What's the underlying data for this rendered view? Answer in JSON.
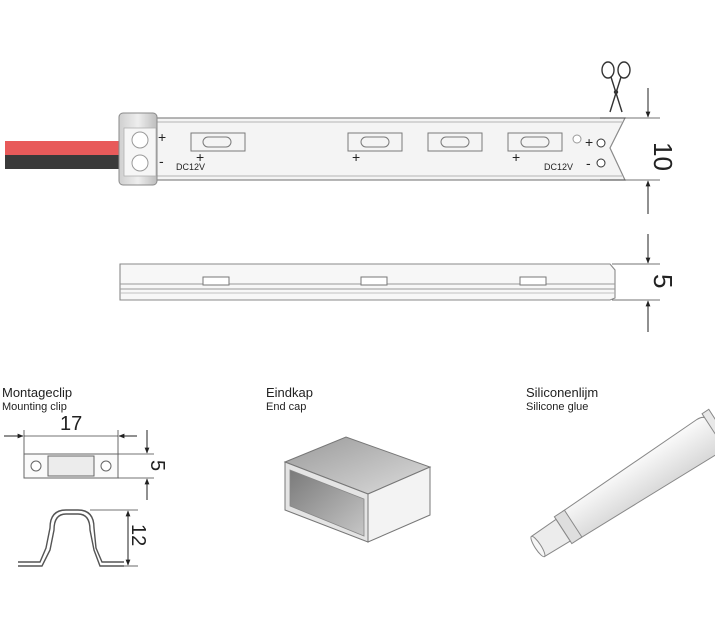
{
  "strip": {
    "voltage_left": "DC12V",
    "voltage_right": "DC12V",
    "plus": "+",
    "minus": "-",
    "colors": {
      "wire_red": "#e85a5a",
      "wire_black": "#3a3a3a",
      "strip_body": "#f4f4f4",
      "outline": "#888888"
    }
  },
  "dims": {
    "strip_height": "10",
    "side_height": "5",
    "clip_width": "17",
    "clip_side": "5",
    "clip_height": "12"
  },
  "items": {
    "clip": {
      "label_nl": "Montageclip",
      "label_en": "Mounting clip"
    },
    "endcap": {
      "label_nl": "Eindkap",
      "label_en": "End cap"
    },
    "glue": {
      "label_nl": "Siliconenlijm",
      "label_en": "Silicone glue"
    }
  },
  "icons": {
    "cut": "scissors-icon"
  }
}
